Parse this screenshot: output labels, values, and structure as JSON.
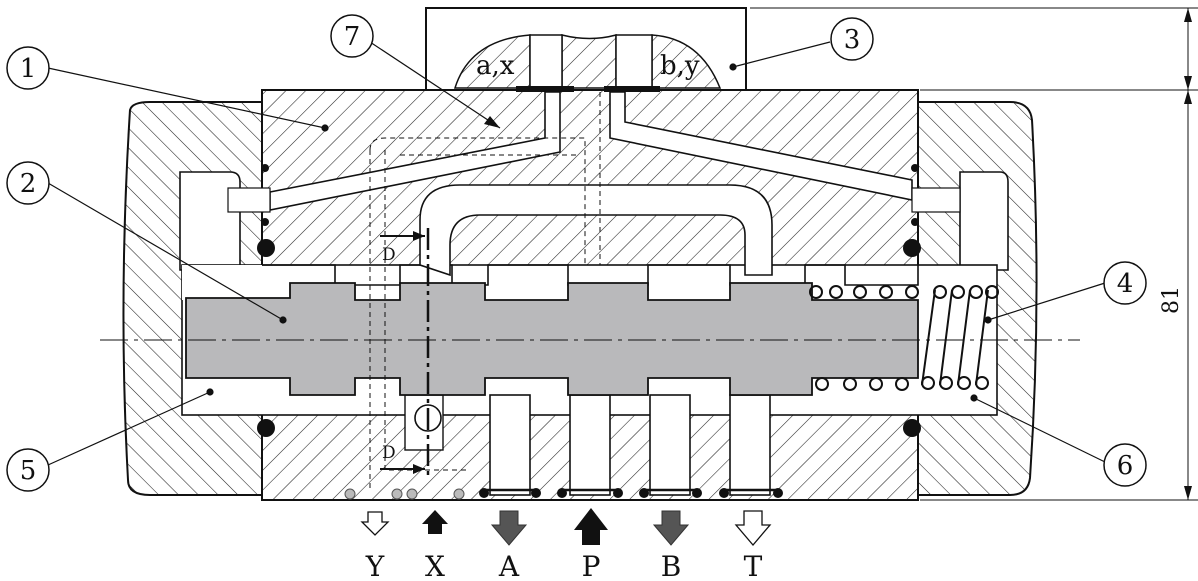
{
  "callouts": [
    {
      "id": "1",
      "label": "1"
    },
    {
      "id": "2",
      "label": "2"
    },
    {
      "id": "3",
      "label": "3"
    },
    {
      "id": "4",
      "label": "4"
    },
    {
      "id": "5",
      "label": "5"
    },
    {
      "id": "6",
      "label": "6"
    },
    {
      "id": "7",
      "label": "7"
    }
  ],
  "ports": [
    "Y",
    "X",
    "A",
    "P",
    "B",
    "T"
  ],
  "pilot_labels": {
    "left": "a,x",
    "right": "b,y"
  },
  "section_marks": {
    "top": "D",
    "bottom": "D"
  },
  "dimension": {
    "value": "81"
  },
  "colors": {
    "spool": "#b9b9bb",
    "line": "#111111",
    "pressure_arrow": "#111111",
    "work_arrow": "#555555",
    "return_arrow": "#ffffff"
  }
}
